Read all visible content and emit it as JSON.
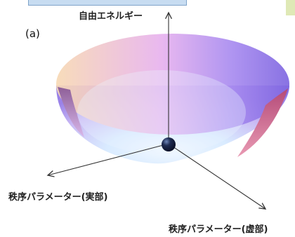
{
  "panel_label": "(a)",
  "axis_labels": {
    "vertical": "自由エネルギー",
    "real": "秩序パラメーター(実部)",
    "imaginary": "秩序パラメーター(虚部)"
  },
  "colors": {
    "bowl_rim_left": "#f7d9b4",
    "bowl_rim_mid": "#e7b2ee",
    "bowl_rim_right": "#7e66e0",
    "bowl_bottom": "#e4f1ff",
    "bowl_inner_left": "#a06aa2",
    "bowl_inner_right": "#c6506e",
    "ball": "#16213f",
    "axes": "#333333"
  }
}
